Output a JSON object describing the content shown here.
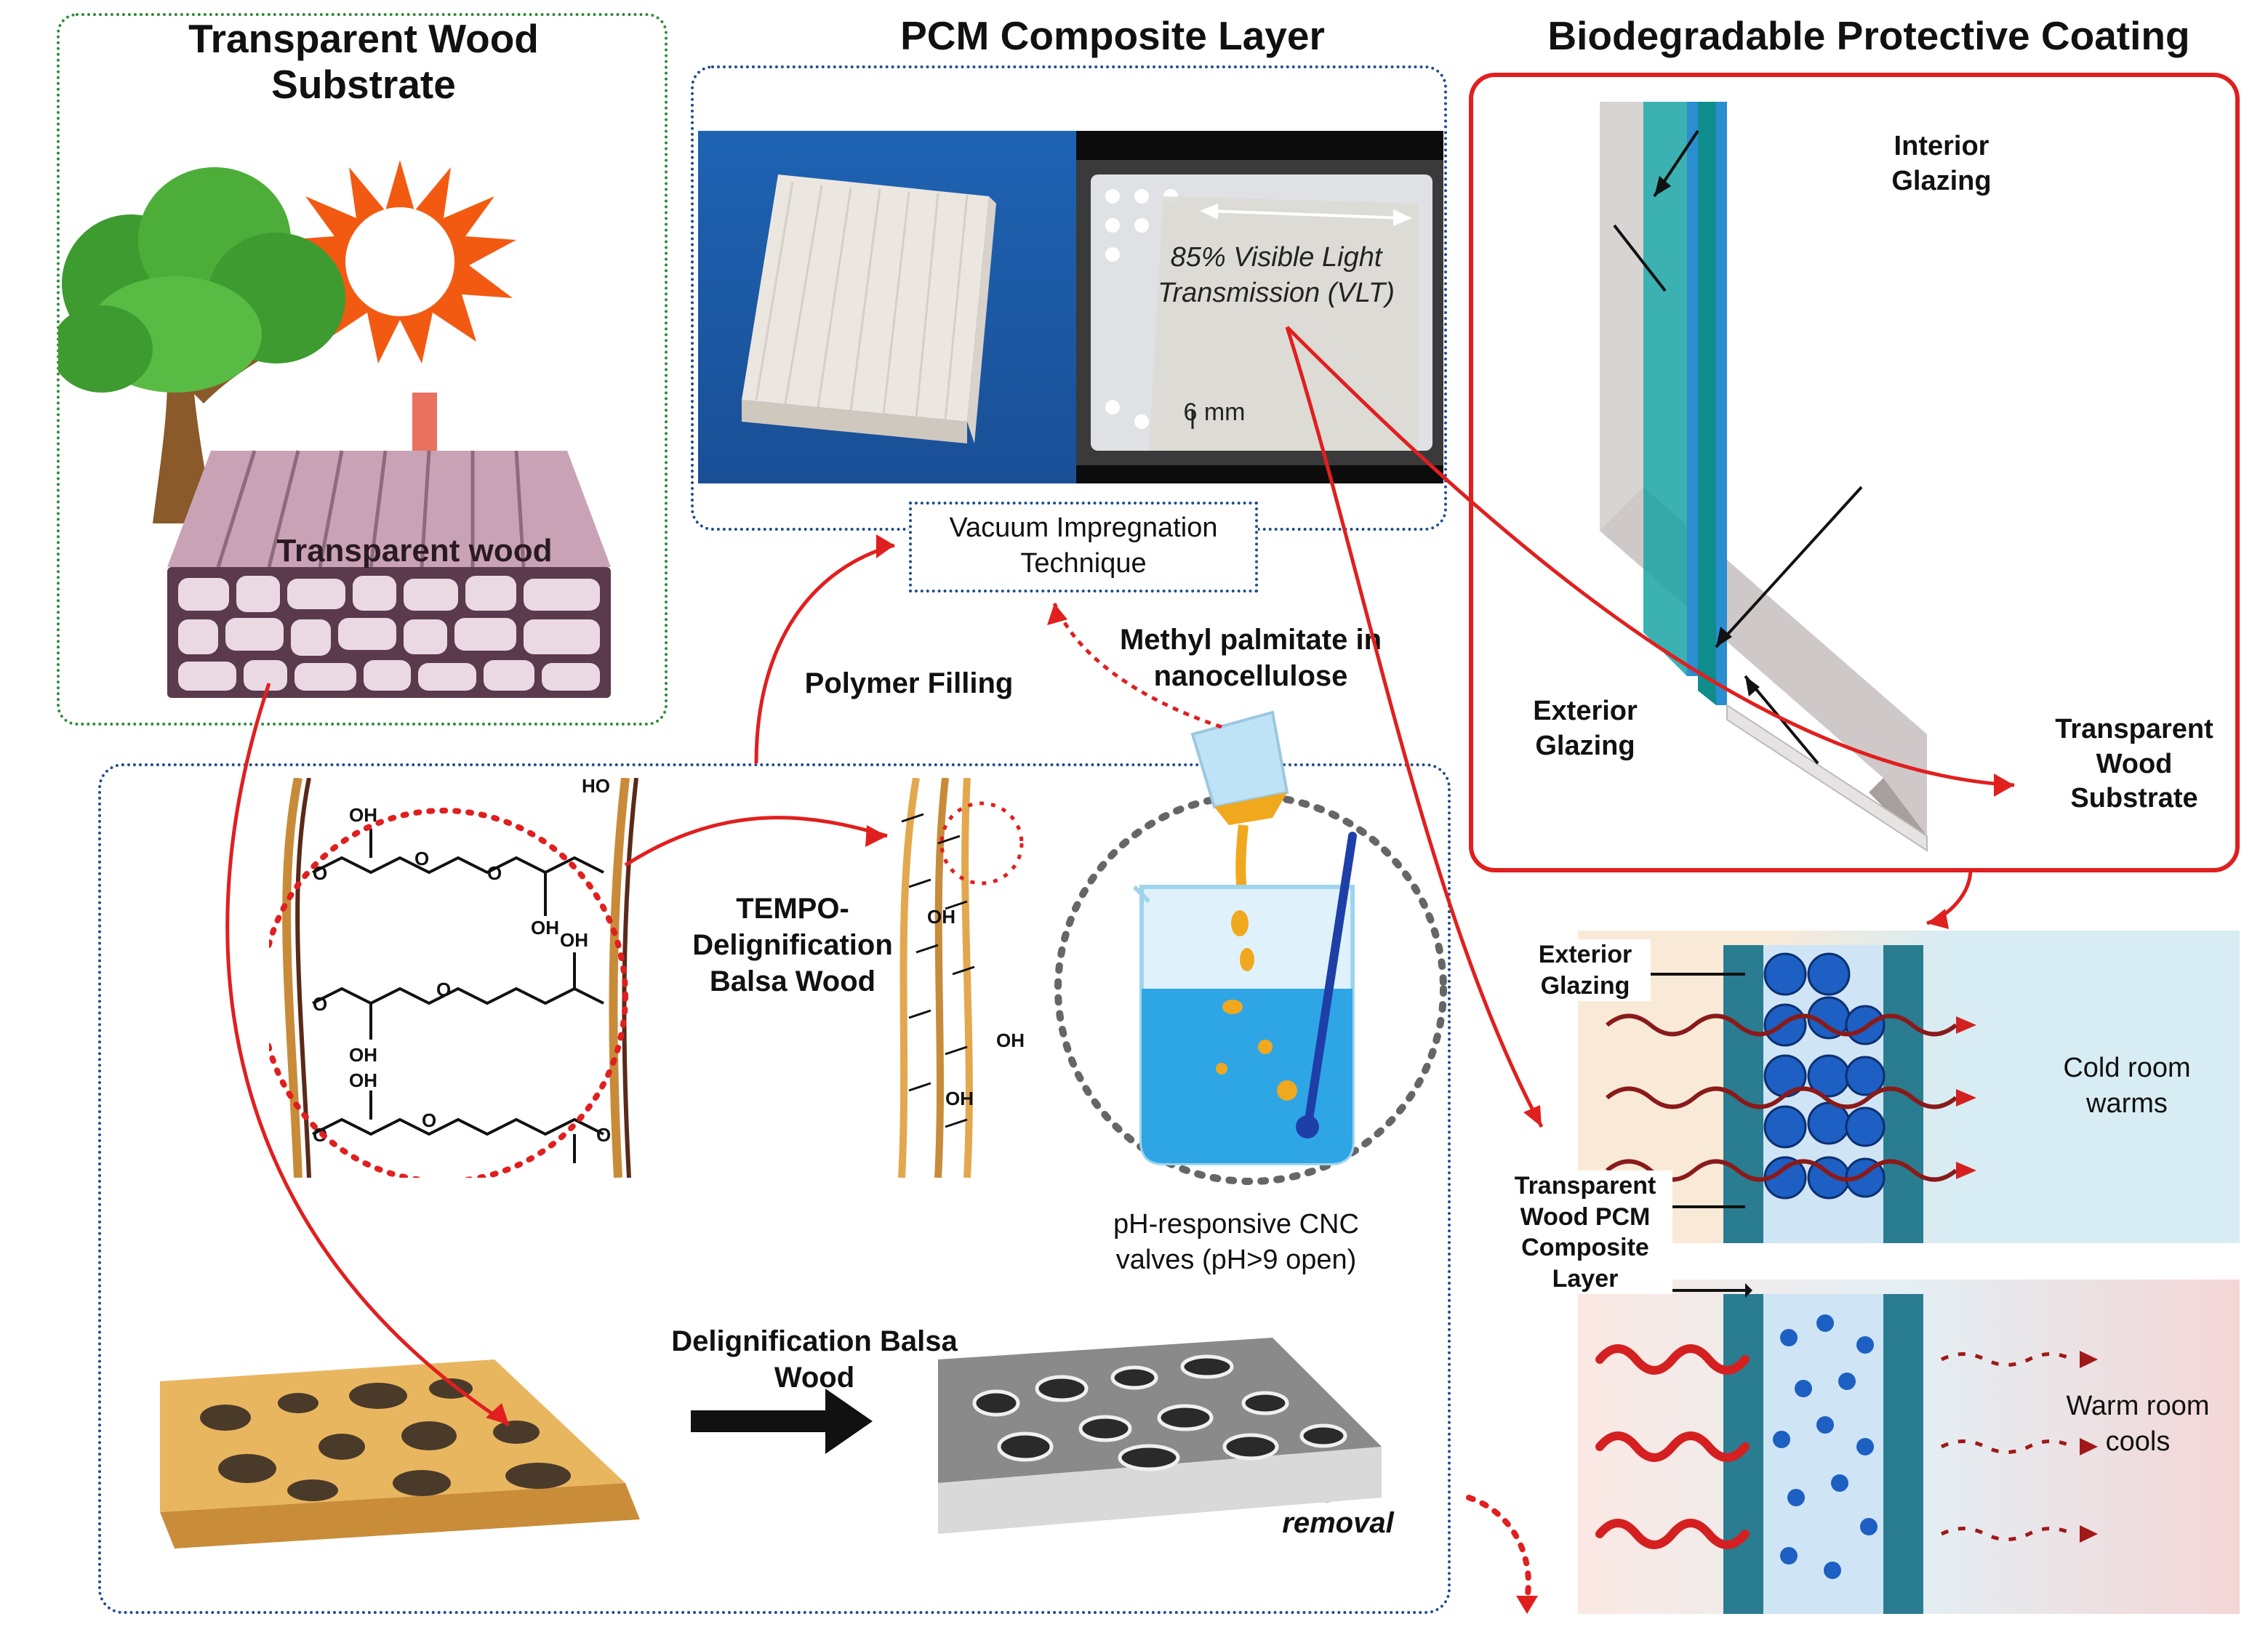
{
  "titles": {
    "substrate": "Transparent Wood Substrate",
    "pcm": "PCM Composite Layer",
    "coating": "Biodegradable Protective Coating"
  },
  "substrate_panel": {
    "block_label": "Transparent wood"
  },
  "pcm_panel": {
    "vlt_label": "85% Visible Light Transmission (VLT)",
    "thickness_label": "6 mm",
    "technique_label": "Vacuum Impregnation Technique"
  },
  "process": {
    "polymer_filling": "Polymer Filling",
    "methyl_palmitate": "Methyl palmitate in nanocellulose",
    "tempo_label": "TEMPO-Delignification Balsa Wood",
    "ph_valves": "pH-responsive CNC valves (pH>9 open)",
    "delignification": "Delignification Balsa Wood",
    "lignin_removal": "Lignin removal"
  },
  "chemistry": {
    "oh": "OH",
    "ho": "HO",
    "o": "O"
  },
  "window_panel": {
    "interior_glazing": "Interior Glazing",
    "exterior_glazing": "Exterior Glazing",
    "substrate": "Transparent Wood Substrate"
  },
  "pcm_diagram": {
    "exterior_glazing": "Exterior Glazing",
    "composite_layer": "Transparent Wood PCM Composite Layer",
    "cold_room": "Cold room warms",
    "warm_room": "Warm room cools"
  },
  "colors": {
    "green_border": "#2e8b3a",
    "blue_border": "#1f4e8c",
    "red_accent": "#e01f1f",
    "glass_teal": "#1aa3a3",
    "pcm_blue": "#1d5fc2"
  }
}
